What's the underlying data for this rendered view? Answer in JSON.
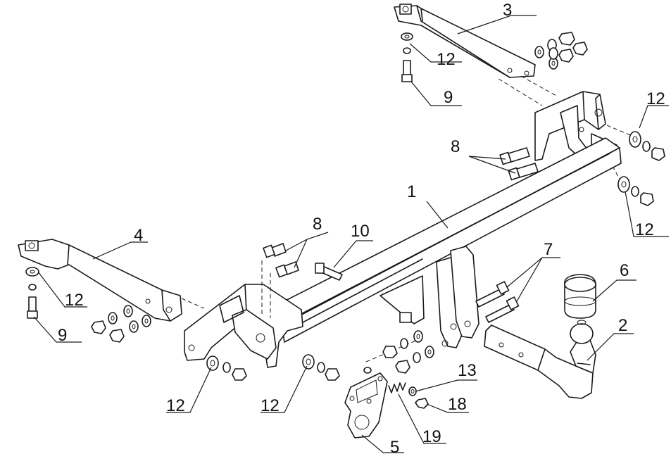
{
  "labels": {
    "main_bar": "1",
    "ball_neck": "2",
    "bracket_right": "3",
    "bracket_left": "4",
    "socket_plate": "5",
    "ball_cap": "6",
    "bolts_7": "7",
    "bolts_8_top": "8",
    "bolts_8_left": "8",
    "bolt_9_top": "9",
    "bolt_9_left": "9",
    "bolt_10": "10",
    "washer_12_a": "12",
    "washer_12_b": "12",
    "washer_12_c": "12",
    "washer_12_d": "12",
    "washer_12_e": "12",
    "washer_12_f": "12",
    "washer_13": "13",
    "nut_18": "18",
    "spring_19": "19"
  }
}
